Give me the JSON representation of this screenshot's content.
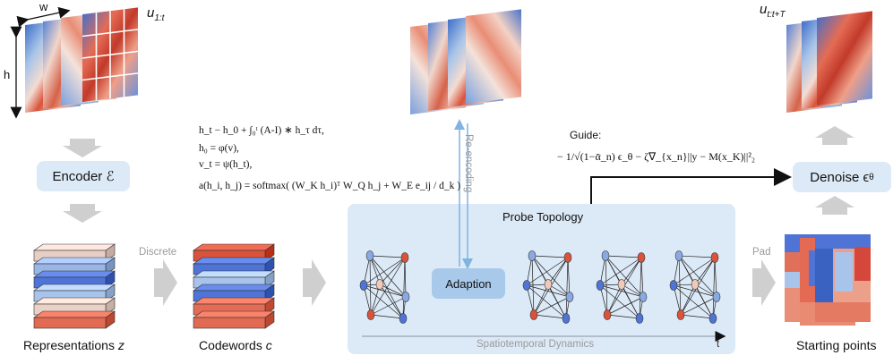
{
  "labels": {
    "input_sequence": "u",
    "input_sub": "1:t",
    "output_sequence": "u",
    "output_sub": "t:t+T",
    "width": "w",
    "height": "h",
    "encoder": "Encoder ℰ",
    "denoise": "Denoise ϵ",
    "denoise_sub": "θ",
    "discrete": "Discrete",
    "pad": "Pad",
    "re_encoding": "Re-encoding",
    "probe_topology": "Probe Topology",
    "adaption": "Adaption",
    "spatiotemporal": "Spatiotemporal Dynamics",
    "time_axis": "t",
    "representations": "Representations",
    "representations_var": "z",
    "codewords": "Codewords",
    "codewords_var": "c",
    "starting_points": "Starting points",
    "guide": "Guide:"
  },
  "equations": {
    "line1": "h_t − h_0 + ∫₀ᵗ (A-I) ∗ h_τ dτ,",
    "line2": "h₀ = φ(v),",
    "line3": "v_t = ψ(h_t),",
    "line4": "a(h_i, h_j) = softmax( (W_K h_i)ᵀ W_Q h_j + W_E e_ij / d_k )",
    "guide_eq": "− 1/√(1−ᾱ_n) ϵ_θ − ζ∇_{x_n}||y − M(x_K)||²₂"
  },
  "colors": {
    "panel": "#dce9f6",
    "arrow_gray": "#cfcfcf",
    "blue_line": "#7fb3e0",
    "node_red": "#d9533b",
    "node_blue": "#4f74d6",
    "node_pink": "#f1c9b8"
  }
}
